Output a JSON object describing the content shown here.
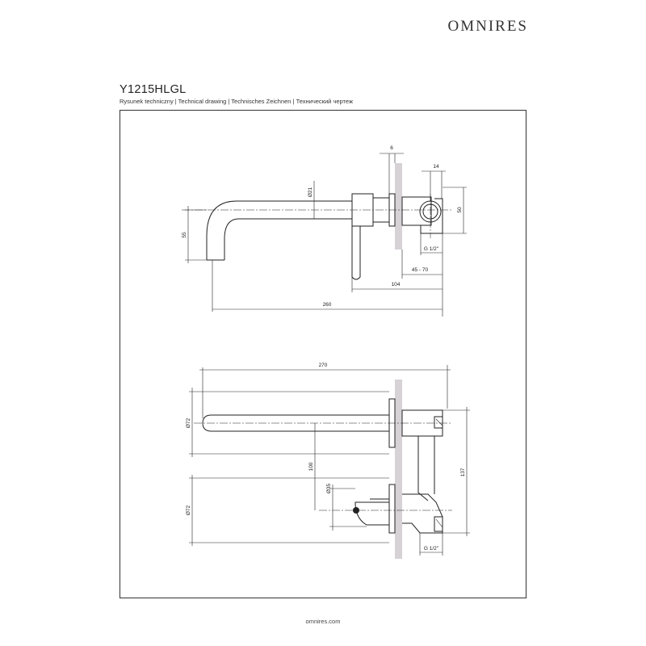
{
  "brand": "OMNIRES",
  "model": "Y1215HLGL",
  "subtitle": "Rysunek techniczny | Technical drawing | Technisches Zeichnen | Технический чертеж",
  "footer": "omnires.com",
  "side_view": {
    "dims": {
      "d21": "Ø21",
      "d6": "6",
      "d14": "14",
      "d50": "50",
      "d55": "55",
      "g12": "G 1/2\"",
      "d45_70": "45 - 70",
      "d104": "104",
      "d260": "260"
    }
  },
  "top_view": {
    "dims": {
      "d270": "270",
      "d72a": "Ø72",
      "d100": "100",
      "d35": "Ø35",
      "d72b": "Ø72",
      "d137": "137",
      "g12": "G 1/2\""
    }
  }
}
